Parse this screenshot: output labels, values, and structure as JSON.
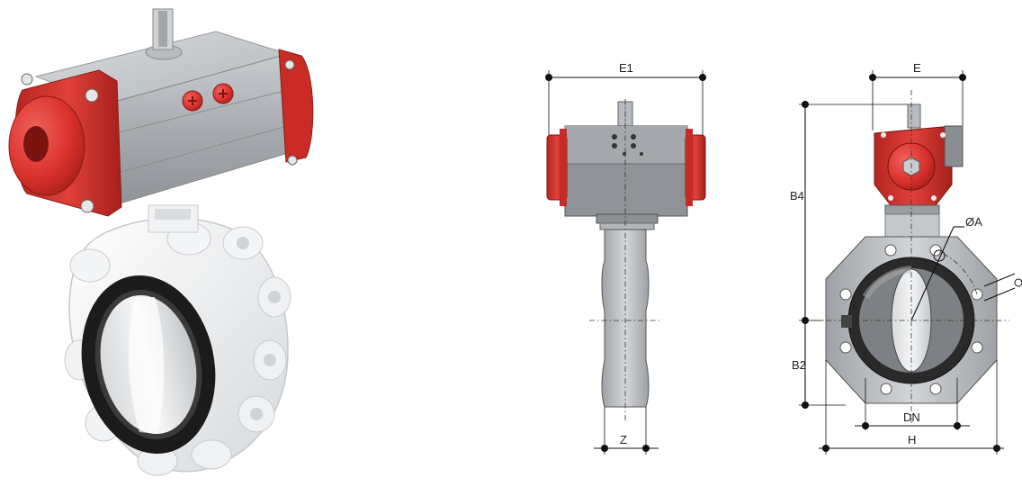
{
  "labels": {
    "e1": "E1",
    "z": "Z",
    "e": "E",
    "b4": "B4",
    "b2": "B2",
    "phi_a": "ØA",
    "dn": "DN",
    "h": "H"
  },
  "colors": {
    "actuator_red": "#d9332e",
    "actuator_body": "#a9adb1",
    "valve_white": "#eef0f2",
    "seal_black": "#1b1b1b",
    "body_grey": "#b9bcbf"
  }
}
